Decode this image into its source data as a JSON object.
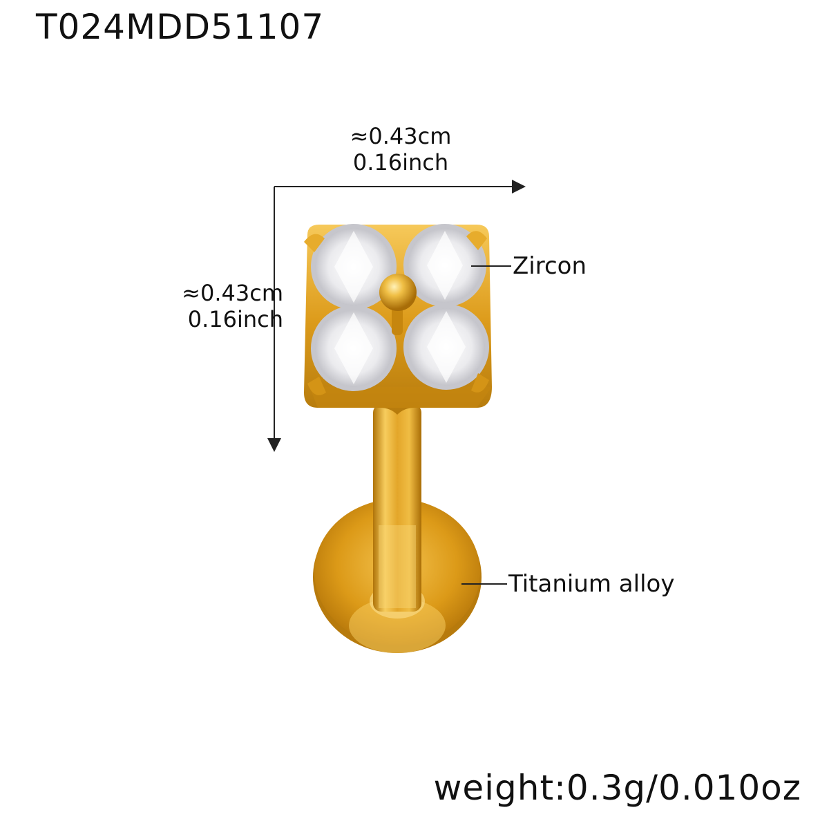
{
  "product": {
    "sku": "T024MDD51107",
    "weight": "weight:0.3g/0.010oz"
  },
  "dimensions": {
    "width_cm": "≈0.43cm",
    "width_inch": "0.16inch",
    "height_cm": "≈0.43cm",
    "height_inch": "0.16inch"
  },
  "callouts": {
    "stone": "Zircon",
    "material": "Titanium alloy"
  },
  "colors": {
    "gold": "#d89a1a",
    "gold_light": "#f4c75a",
    "gold_dark": "#a86c05",
    "stone": "#f2f2f4",
    "line": "#222222"
  },
  "image": {
    "subject": "gold-flower-labret-stud-illustration"
  }
}
